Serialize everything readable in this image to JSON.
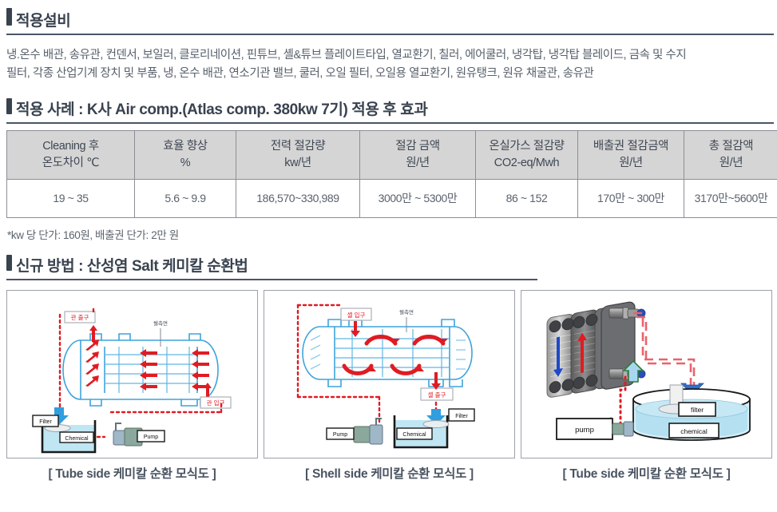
{
  "sections": {
    "equipment": {
      "title": "적용설비",
      "paragraph_line1": "냉.온수 배관, 송유관, 컨덴서, 보일러, 클로리네이션, 핀튜브, 셸&튜브 플레이트타입, 열교환기, 칠러, 에어쿨러, 냉각탑, 냉각탑 블레이드, 금속 및 수지",
      "paragraph_line2": "필터, 각종 산업기계 장치 및 부품, 냉, 온수 배관, 연소기관 밸브, 쿨러, 오일 필터, 오일용 열교환기, 원유탱크, 원유 채굴관, 송유관"
    },
    "case_study": {
      "title": "적용 사례 : K사 Air comp.(Atlas comp. 380kw 7기) 적용 후 효과",
      "note": "*kw 당 단가: 160원, 배출권 단가: 2만 원"
    },
    "new_method": {
      "title": "신규 방법 : 산성염 Salt 케미칼 순환법"
    }
  },
  "table": {
    "columns": [
      {
        "line1": "Cleaning 후",
        "line2": "온도차이 ℃"
      },
      {
        "line1": "효율 향상",
        "line2": "%"
      },
      {
        "line1": "전력 절감량",
        "line2": "kw/년"
      },
      {
        "line1": "절감 금액",
        "line2": "원/년"
      },
      {
        "line1": "온실가스 절감량",
        "line2": "CO2-eq/Mwh"
      },
      {
        "line1": "배출권 절감금액",
        "line2": "원/년"
      },
      {
        "line1": "총 절감액",
        "line2": "원/년"
      }
    ],
    "rows": [
      [
        "19 ~ 35",
        "5.6 ~ 9.9",
        "186,570~330,989",
        "3000만 ~ 5300만",
        "86 ~ 152",
        "170만 ~ 300만",
        "3170만~5600만"
      ]
    ]
  },
  "diagrams": [
    {
      "caption": "[ Tube side 케미칼 순환 모식도 ]",
      "labels": {
        "outlet": "관 출구",
        "inlet": "관 입구",
        "shell_side": "쉘측면",
        "filter": "Filter",
        "chemical": "Chemical",
        "pump": "Pump"
      }
    },
    {
      "caption": "[ Shell side 케미칼 순환 모식도 ]",
      "labels": {
        "inlet": "셸 입구",
        "outlet": "셸 출구",
        "shell_side": "쉘측면",
        "filter": "Filter",
        "chemical": "Chemical",
        "pump": "Pump"
      }
    },
    {
      "caption": "[ Tube side 케미칼 순환 모식도 ]",
      "labels": {
        "filter": "filter",
        "chemical": "chemical",
        "pump": "pump"
      }
    }
  ],
  "colors": {
    "accent_bar": "#39424f",
    "heading_text": "#39424f",
    "rule": "#4a5666",
    "table_header_bg": "#d5d5d5",
    "table_border": "#8a8f97",
    "body_text": "#59616c",
    "diagram_red": "#e11b22",
    "diagram_blue": "#3ea3dc",
    "panel_border": "#9aa1aa"
  }
}
